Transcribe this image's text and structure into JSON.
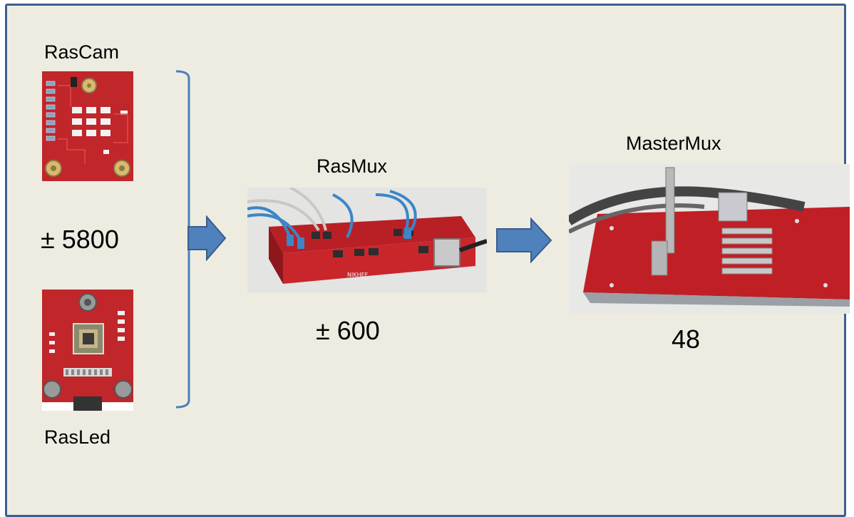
{
  "rascam": {
    "label": "RasCam",
    "count": "± 5800"
  },
  "rasled": {
    "label": "RasLed"
  },
  "rasmux": {
    "label": "RasMux",
    "count": "± 600"
  },
  "mastermux": {
    "label": "MasterMux",
    "count": "48"
  },
  "colors": {
    "background": "#eeece1",
    "frame_border": "#3c5f8e",
    "arrow_fill": "#4f81bd",
    "arrow_stroke": "#385d8a",
    "bracket": "#4a7ebb",
    "pcb_red": "#c0262a"
  }
}
